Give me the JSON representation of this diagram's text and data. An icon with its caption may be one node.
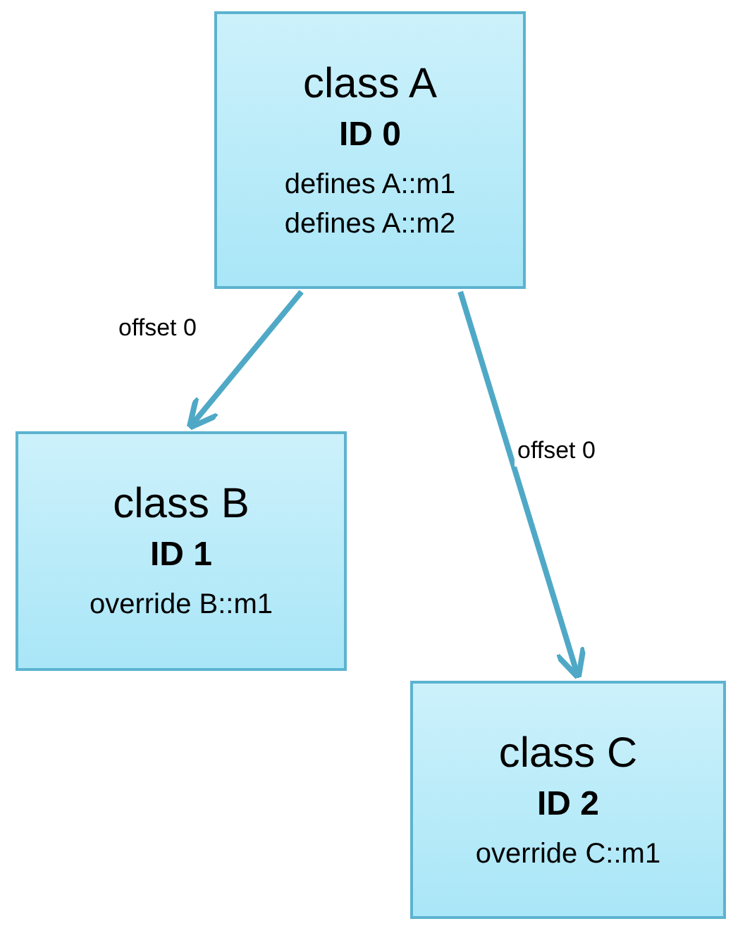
{
  "diagram": {
    "nodes": [
      {
        "text": [
          "class A",
          "ID 0",
          "defines A::m1",
          "defines A::m2"
        ]
      },
      {
        "text": [
          "class B",
          "ID 1",
          "override B::m1"
        ]
      },
      {
        "text": [
          "class C",
          "ID 2",
          "override C::m1"
        ]
      }
    ],
    "edges": [
      {
        "from": 0,
        "to": 1,
        "arrow": "to",
        "label": "offset 0"
      },
      {
        "from": 0,
        "to": 2,
        "arrow": "to",
        "label": "offset 0"
      }
    ]
  }
}
